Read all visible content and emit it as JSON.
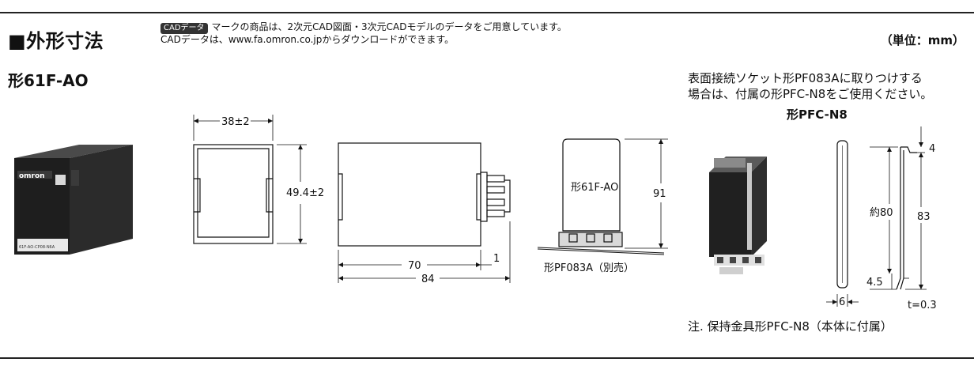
{
  "header": {
    "title": "■外形寸法",
    "cad_badge": "CADデータ",
    "cad_note_line1": "マークの商品は、2次元CAD図面・3次元CADモデルのデータをご用意しています。",
    "cad_note_line2": "CADデータは、www.fa.omron.co.jpからダウンロードができます。",
    "unit": "（単位：mm）"
  },
  "model": "形61F-AO",
  "photo": {
    "brand": "omron",
    "label": "61F-AO-CP08-N6A"
  },
  "front_view": {
    "width": "38±2",
    "height": "49.4±2"
  },
  "side_view": {
    "body_length": "70",
    "pin_length": "1",
    "total_length": "84"
  },
  "mounted_view": {
    "relay_label": "形61F-AO",
    "height": "91",
    "socket_label": "形PF083A（別売）"
  },
  "pfc_section": {
    "note_line1": "表面接続ソケット形PF083Aに取りつけする",
    "note_line2": "場合は、付属の形PFC-N8をご使用ください。",
    "title": "形PFC-N8",
    "dim_top": "4",
    "dim_approx": "約80",
    "dim_total": "83",
    "dim_bottom": "4.5",
    "dim_width": "6",
    "thickness": "t=0.3",
    "footnote": "注. 保持金具形PFC-N8（本体に付属）"
  }
}
